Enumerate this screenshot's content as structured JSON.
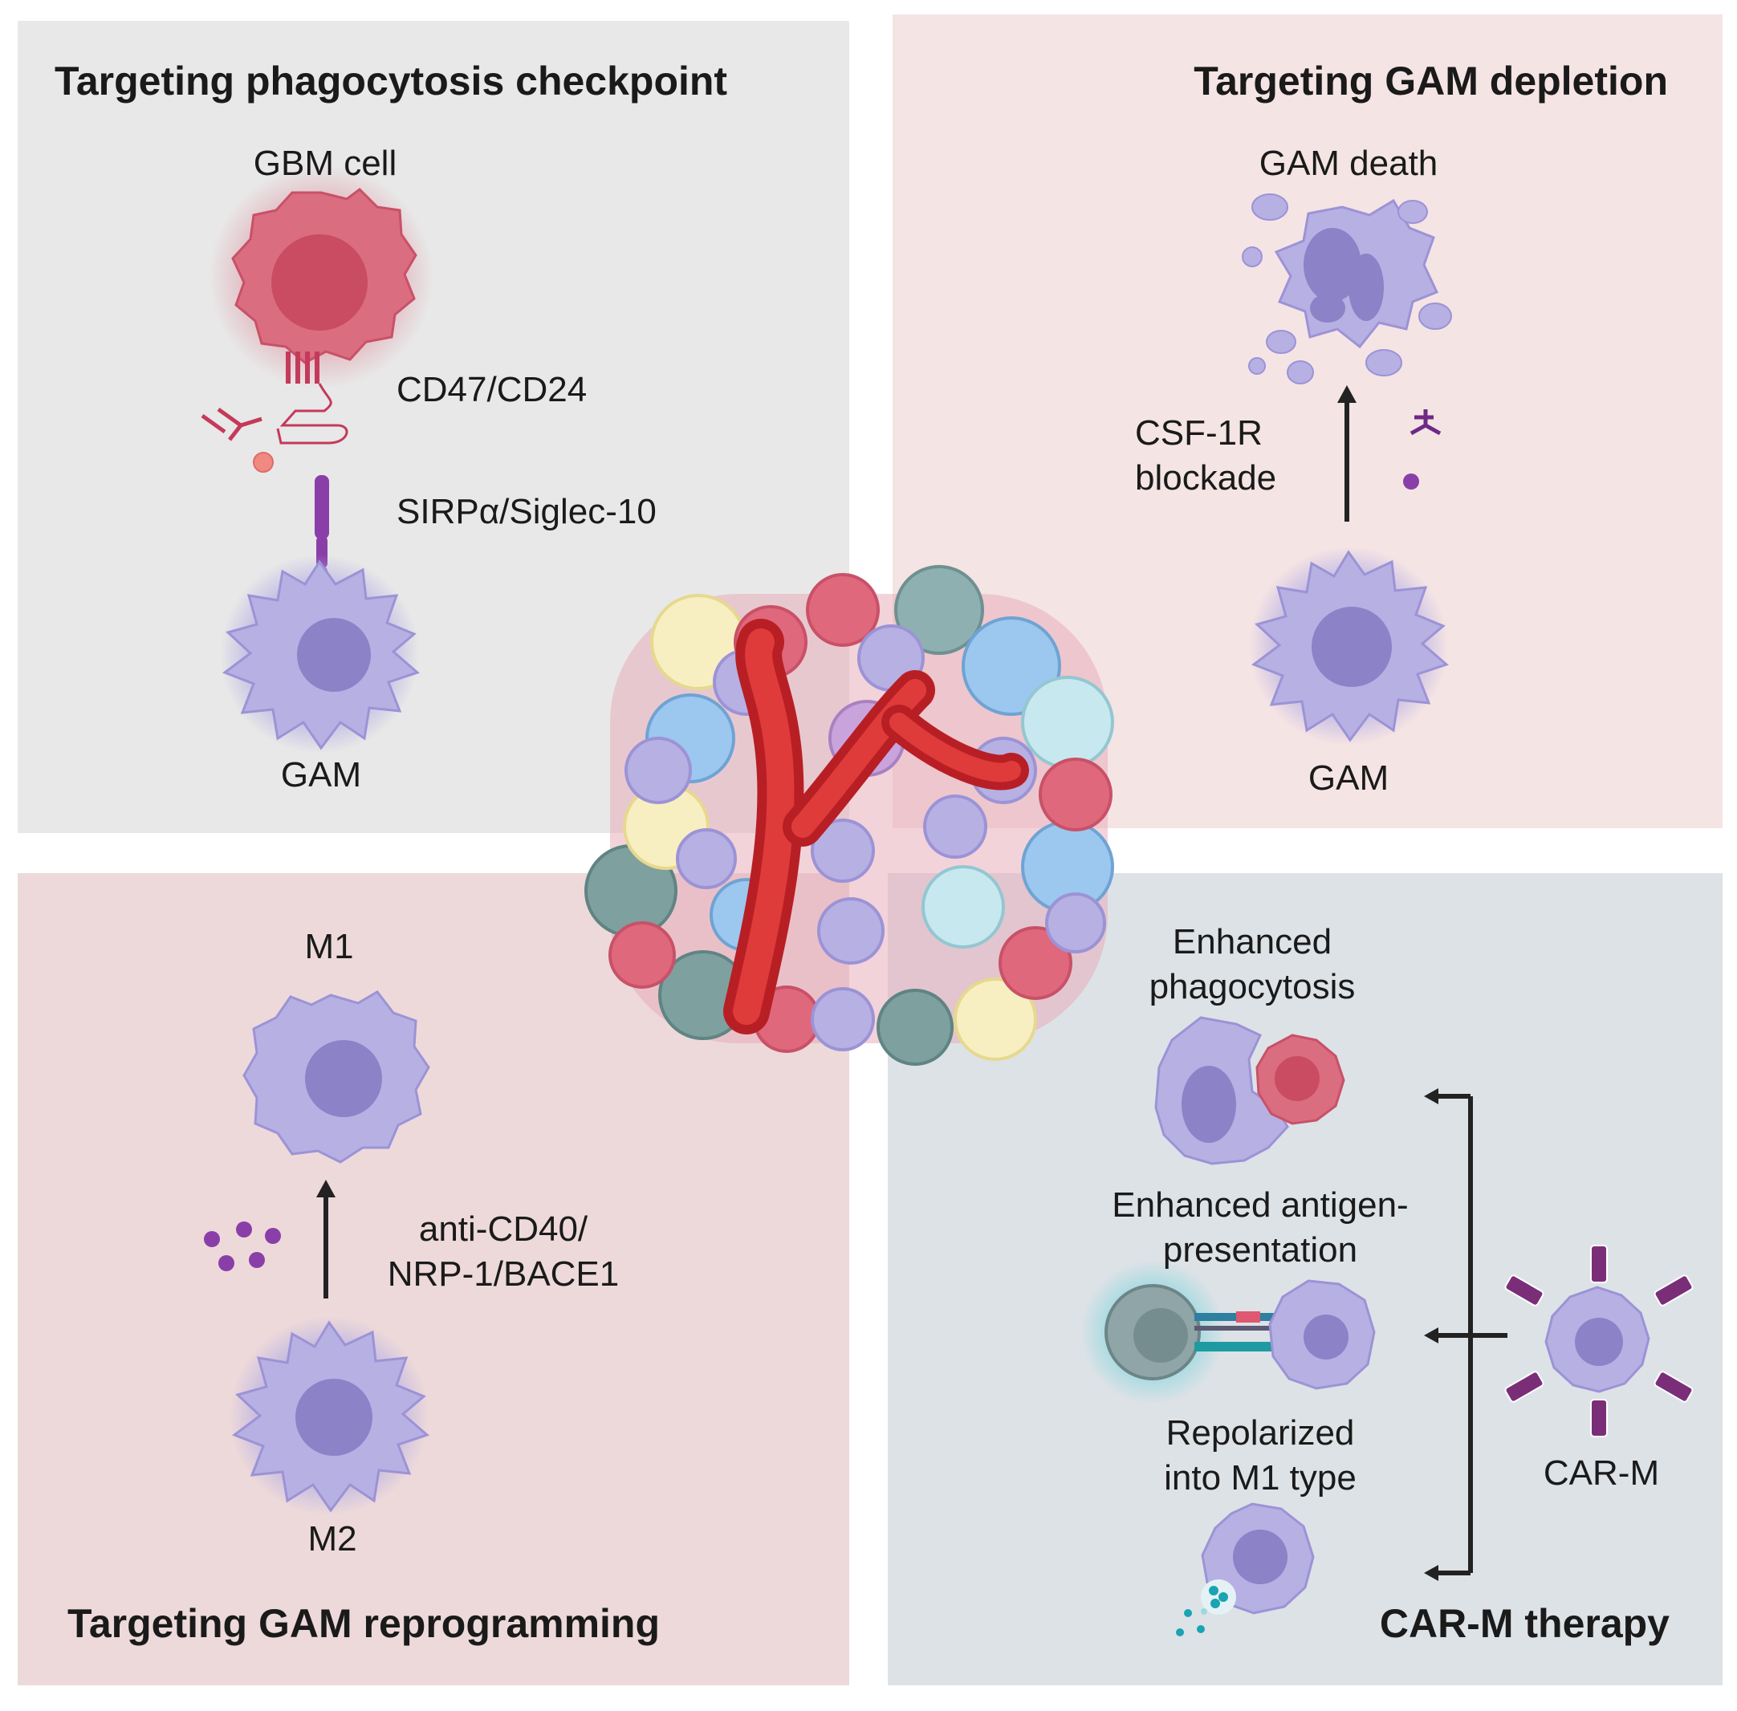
{
  "panels": {
    "top_left": {
      "title": "Targeting phagocytosis checkpoint",
      "gbm_label": "GBM cell",
      "ligand_label": "CD47/CD24",
      "receptor_label": "SIRPα/Siglec-10",
      "gam_label": "GAM"
    },
    "top_right": {
      "title": "Targeting GAM depletion",
      "death_label": "GAM death",
      "blockade_line1": "CSF-1R",
      "blockade_line2": "blockade",
      "gam_label": "GAM"
    },
    "bottom_left": {
      "title": "Targeting GAM reprogramming",
      "m1_label": "M1",
      "m2_label": "M2",
      "agents_line1": "anti-CD40/",
      "agents_line2": "NRP-1/BACE1"
    },
    "bottom_right": {
      "title": "CAR-M therapy",
      "phago_line1": "Enhanced",
      "phago_line2": "phagocytosis",
      "antigen_line1": "Enhanced antigen-",
      "antigen_line2": "presentation",
      "repol_line1": "Repolarized",
      "repol_line2": "into M1 type",
      "carm_label": "CAR-M"
    }
  },
  "colors": {
    "panel_tl": "#e8e8e8",
    "panel_tr": "#f5e4e4",
    "panel_bl": "#edd9da",
    "panel_br": "#dde2e6",
    "macrophage": "#b7b0e3",
    "macrophage_nucleus": "#8b82c8",
    "tumor_cell": "#d9667a",
    "vessel": "#cf2b2b",
    "receptor": "#8a3fa8"
  }
}
